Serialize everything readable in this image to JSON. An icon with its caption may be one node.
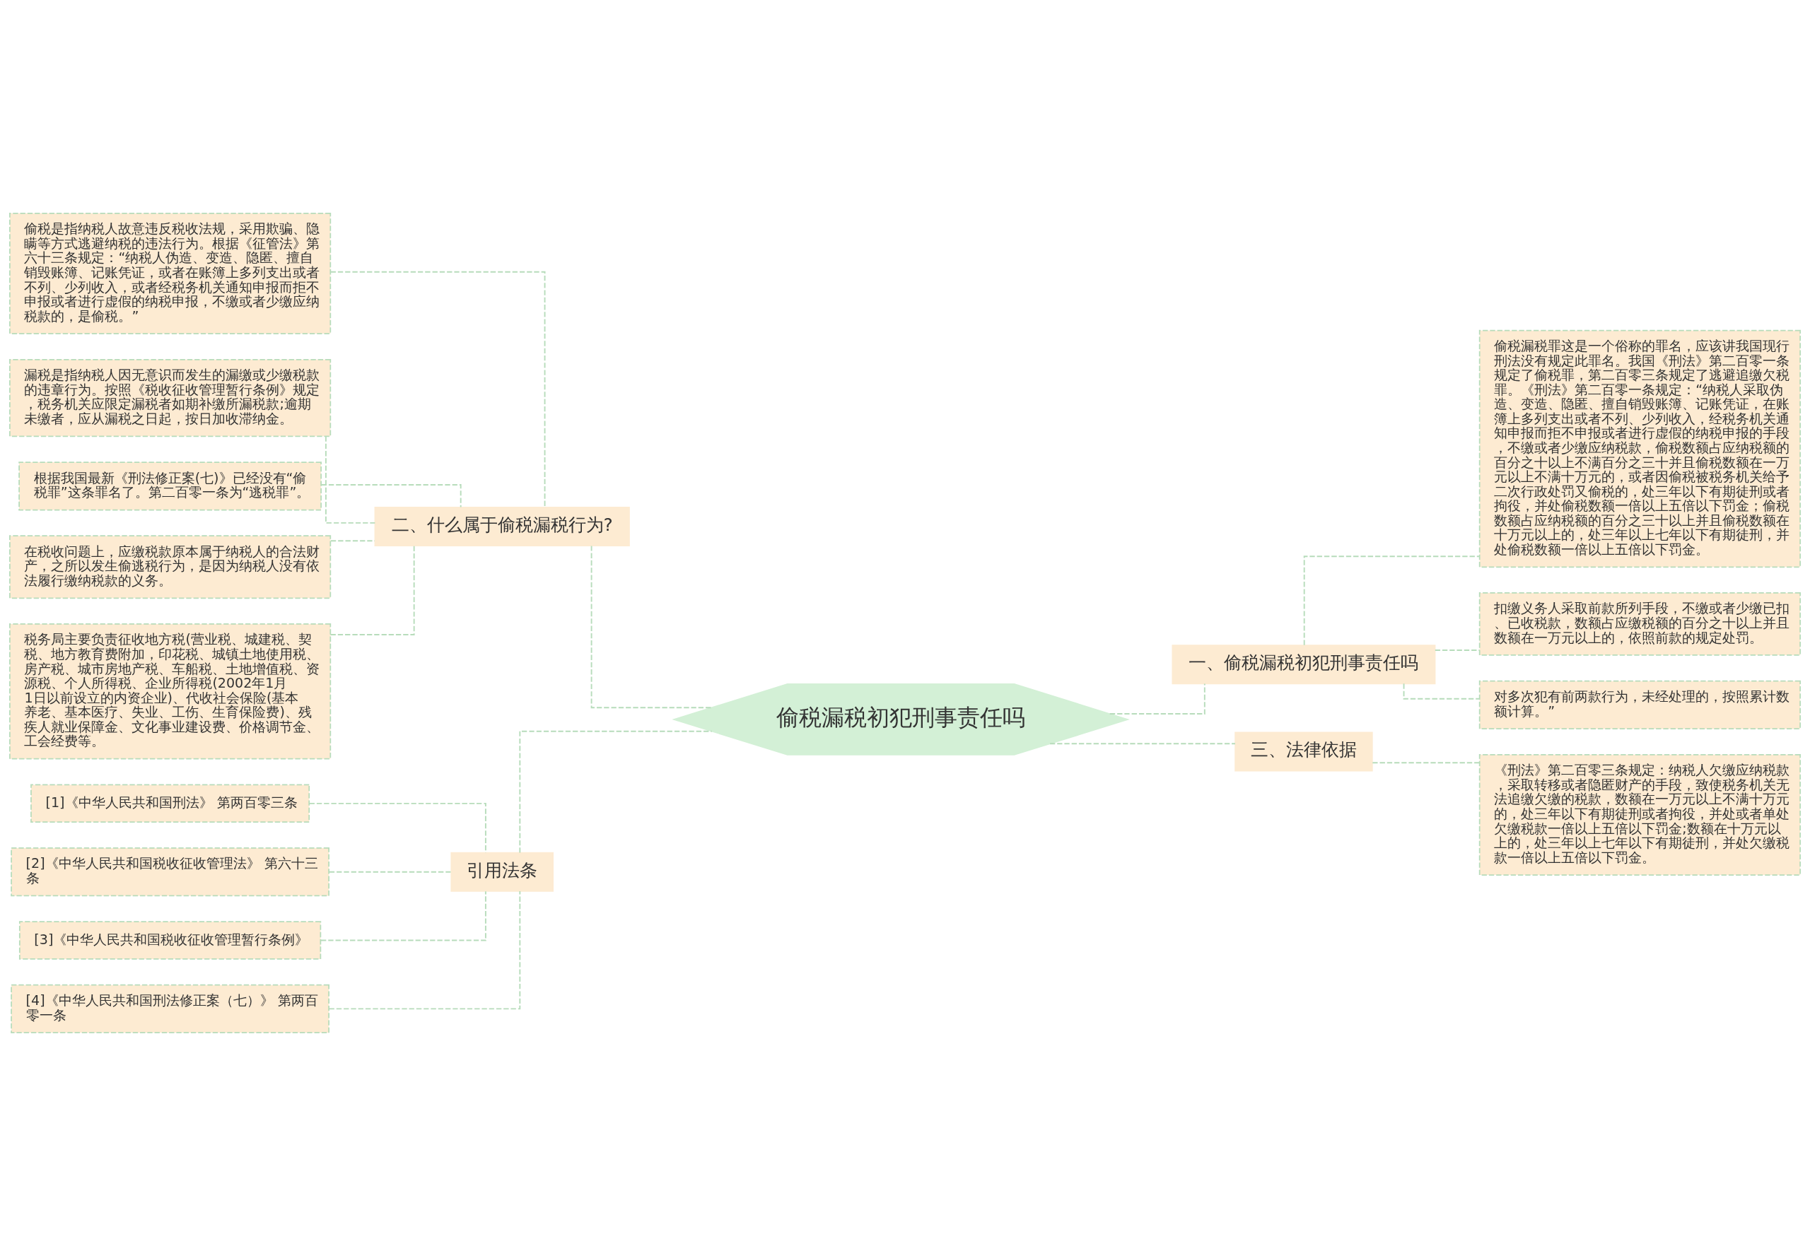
{
  "diagram": {
    "nodes": [
      {
        "text": [
          "偷税漏税初犯刑事责任吗"
        ]
      },
      {
        "text": [
          "二、什么属于偷税漏税行为?"
        ]
      },
      {
        "text": [
          "偷税是指纳税人故意违反税收法规，采用欺骗、隐瞒等方式逃避纳税的违法行为。根据《征管法》第六十三条规定：“纳税人伪造、变造、隐匿、擅自销毁账簿、记账凭证，或者在账簿上多列支出或者不列、少列收入，或者经税务机关通知申报而拒不申报或者进行虚假的纳税申报，不缴或者少缴应纳税款的，是偷税。”"
        ]
      },
      {
        "text": [
          "漏税是指纳税人因无意识而发生的漏缴或少缴税款的违章行为。按照《税收征收管理暂行条例》规定，税务机关应限定漏税者如期补缴所漏税款;逾期未缴者，应从漏税之日起，按日加收滞纳金。"
        ]
      },
      {
        "text": [
          "根据我国最新《刑法修正案(七)》已经没有“偷税罪”这条罪名了。第二百零一条为“逃税罪”。"
        ]
      },
      {
        "text": [
          "在税收问题上，应缴税款原本属于纳税人的合法财产，之所以发生偷逃税行为，是因为纳税人没有依法履行缴纳税款的义务。"
        ]
      },
      {
        "text": [
          "税务局主要负责征收地方税(营业税、城建税、契税、地方教育费附加，印花税、城镇土地使用税、房产税、城市房地产税、车船税、土地增值税、资源税、个人所得税、企业所得税(2002年1月1日以前设立的内资企业)、代收社会保险(基本养老、基本医疗、失业、工伤、生育保险费)、残疾人就业保障金、文化事业建设费、价格调节金、工会经费等。"
        ]
      },
      {
        "text": [
          "引用法条"
        ]
      },
      {
        "text": [
          "[1]《中华人民共和国刑法》 第两百零三条"
        ]
      },
      {
        "text": [
          "[2]《中华人民共和国税收征收管理法》 第六十三条"
        ]
      },
      {
        "text": [
          "[3]《中华人民共和国税收征收管理暂行条例》"
        ]
      },
      {
        "text": [
          "[4]《中华人民共和国刑法修正案（七）》 第两百零一条"
        ]
      },
      {
        "text": [
          "一、偷税漏税初犯刑事责任吗"
        ]
      },
      {
        "text": [
          "偷税漏税罪这是一个俗称的罪名，应该讲我国现行刑法没有规定此罪名。我国《刑法》第二百零一条规定了偷税罪，第二百零三条规定了逃避追缴欠税罪。《刑法》第二百零一条规定：“纳税人采取伪造、变造、隐匿、擅自销毁账簿、记账凭证，在账簿上多列支出或者不列、少列收入，经税务机关通知申报而拒不申报或者进行虚假的纳税申报的手段，不缴或者少缴应纳税款，偷税数额占应纳税额的百分之十以上不满百分之三十并且偷税数额在一万元以上不满十万元的，或者因偷税被税务机关给予二次行政处罚又偷税的，处三年以下有期徒刑或者拘役，并处偷税数额一倍以上五倍以下罚金；偷税数额占应纳税额的百分之三十以上并且偷税数额在十万元以上的，处三年以上七年以下有期徒刑，并处偷税数额一倍以上五倍以下罚金。"
        ]
      },
      {
        "text": [
          "扣缴义务人采取前款所列手段，不缴或者少缴已扣、已收税款，数额占应缴税额的百分之十以上并且数额在一万元以上的，依照前款的规定处罚。"
        ]
      },
      {
        "text": [
          "对多次犯有前两款行为，未经处理的，按照累计数额计算。”"
        ]
      },
      {
        "text": [
          "三、法律依据"
        ]
      },
      {
        "text": [
          "《刑法》第二百零三条规定：纳税人欠缴应纳税款，采取转移或者隐匿财产的手段，致使税务机关无法追缴欠缴的税款，数额在一万元以上不满十万元的，处三年以下有期徒刑或者拘役，并处或者单处欠缴税款一倍以上五倍以下罚金;数额在十万元以上的，处三年以上七年以下有期徒刑，并处欠缴税款一倍以上五倍以下罚金。"
        ]
      }
    ],
    "edges": [
      {
        "from": 0,
        "to": 1,
        "arrow": "none",
        "style": "dashed"
      },
      {
        "from": 1,
        "to": 2,
        "arrow": "none",
        "style": "dashed"
      },
      {
        "from": 1,
        "to": 3,
        "arrow": "none",
        "style": "dashed"
      },
      {
        "from": 1,
        "to": 4,
        "arrow": "none",
        "style": "dashed"
      },
      {
        "from": 1,
        "to": 5,
        "arrow": "none",
        "style": "dashed"
      },
      {
        "from": 1,
        "to": 6,
        "arrow": "none",
        "style": "dashed"
      },
      {
        "from": 0,
        "to": 7,
        "arrow": "none",
        "style": "dashed"
      },
      {
        "from": 7,
        "to": 8,
        "arrow": "none",
        "style": "dashed"
      },
      {
        "from": 7,
        "to": 9,
        "arrow": "none",
        "style": "dashed"
      },
      {
        "from": 7,
        "to": 10,
        "arrow": "none",
        "style": "dashed"
      },
      {
        "from": 7,
        "to": 11,
        "arrow": "none",
        "style": "dashed"
      },
      {
        "from": 0,
        "to": 12,
        "arrow": "none",
        "style": "dashed"
      },
      {
        "from": 12,
        "to": 13,
        "arrow": "none",
        "style": "dashed"
      },
      {
        "from": 12,
        "to": 14,
        "arrow": "none",
        "style": "dashed"
      },
      {
        "from": 12,
        "to": 15,
        "arrow": "none",
        "style": "dashed"
      },
      {
        "from": 0,
        "to": 16,
        "arrow": "none",
        "style": "dashed"
      },
      {
        "from": 16,
        "to": 17,
        "arrow": "none",
        "style": "dashed"
      }
    ]
  }
}
